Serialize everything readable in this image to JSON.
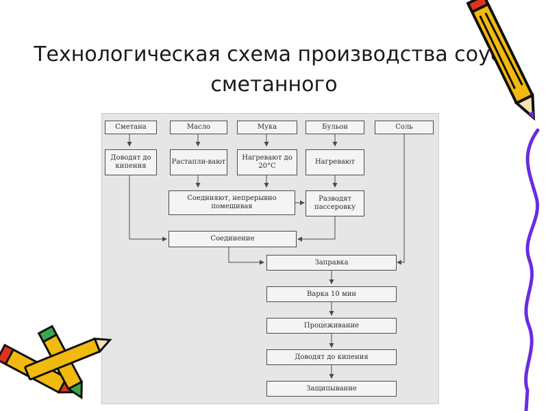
{
  "slide": {
    "title_line1": "Технологическая схема производства соуса",
    "title_line2": "сметанного"
  },
  "diagram": {
    "row1": [
      "Сметана",
      "Масло",
      "Мука",
      "Бульон",
      "Соль"
    ],
    "row2": {
      "smetana": "Доводят до кипения",
      "maslo": "Растапли-вают",
      "muka": "Нагревают до 20°С",
      "bulon": "Нагревают"
    },
    "combine": "Соединяют, непрерывно помешивая",
    "dilute": "Разводят пассеровку",
    "joining": "Соединение",
    "seasoning": "Заправка",
    "boil": "Варка 10 мин",
    "strain": "Процеживание",
    "bring_boil": "Доводят до кипения",
    "finish": "Защипывание"
  },
  "decorations": [
    "pencil-icon",
    "crayon-icon",
    "scribble-line"
  ],
  "colors": {
    "pencil_body": "#f2b90f",
    "pencil_outline": "#101010",
    "crayon_red": "#e0331f",
    "crayon_green": "#3aa84a",
    "scribble": "#6a2ce0"
  }
}
